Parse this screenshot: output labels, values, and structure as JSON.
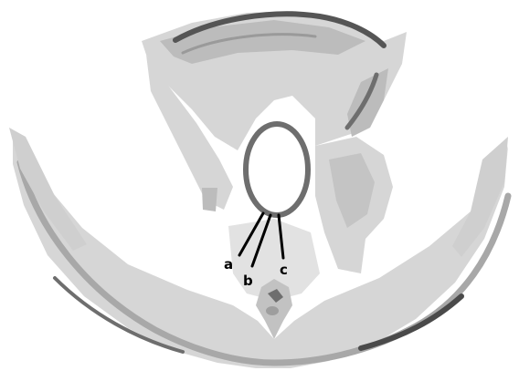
{
  "diagram": {
    "labels": {
      "a": "a",
      "b": "b",
      "c": "c"
    }
  },
  "colors": {
    "background": "#ffffff",
    "light_tissue": "#d6d6d6",
    "mid_tissue": "#bcbcbc",
    "dark_outline": "#6e6e6e",
    "darkest": "#4a4a4a",
    "ink": "#000000"
  }
}
